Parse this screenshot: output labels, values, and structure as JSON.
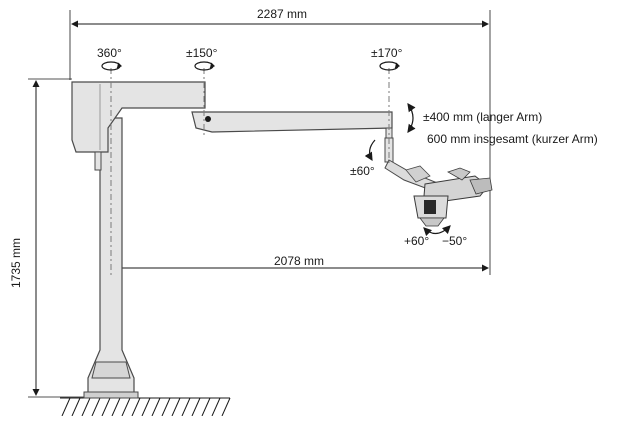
{
  "dimensions": {
    "overall_width": "2287 mm",
    "height": "1735 mm",
    "reach": "2078 mm"
  },
  "rotations": {
    "column": "360°",
    "first_arm": "±150°",
    "second_arm": "±170°",
    "carrier_tilt": "±60°",
    "optics_tilt_up": "+60°",
    "optics_tilt_down": "−50°"
  },
  "vertical_travel": {
    "long_arm": "±400 mm (langer Arm)",
    "short_arm_total": "600 mm insgesamt (kurzer Arm)"
  },
  "colors": {
    "line": "#1a1a1a",
    "body_fill": "#e4e4e4",
    "body_stroke": "#4a4a4a",
    "dash": "#7a7a7a"
  }
}
